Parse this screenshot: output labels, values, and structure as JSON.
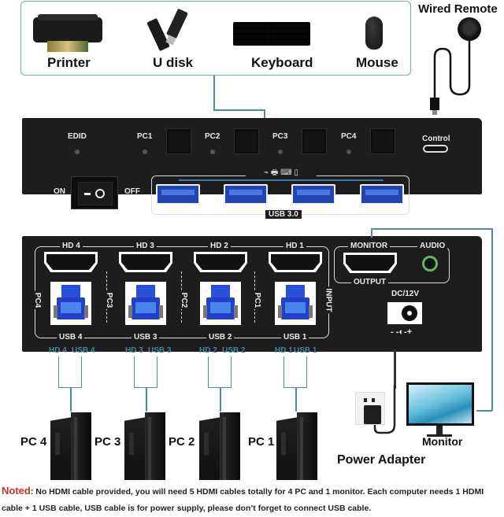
{
  "peripherals": {
    "items": [
      {
        "label": "Printer",
        "icon": "printer-icon"
      },
      {
        "label": "U disk",
        "icon": "usb-drive-icon"
      },
      {
        "label": "Keyboard",
        "icon": "keyboard-icon"
      },
      {
        "label": "Mouse",
        "icon": "mouse-icon"
      }
    ]
  },
  "remote": {
    "label": "Wired Remote"
  },
  "front_panel": {
    "power_on": "ON",
    "power_off": "OFF",
    "edid": "EDID",
    "pc_buttons": [
      "PC1",
      "PC2",
      "PC3",
      "PC4"
    ],
    "control": "Control",
    "usb_label": "USB 3.0"
  },
  "rear_panel": {
    "hdmi_inputs": [
      "HD 4",
      "HD 3",
      "HD 2",
      "HD 1"
    ],
    "usb_inputs": [
      "USB 4",
      "USB 3",
      "USB 2",
      "USB 1"
    ],
    "pc_dividers": [
      "PC4",
      "PC3",
      "PC2",
      "PC1"
    ],
    "input_label": "INPUT",
    "monitor_label": "MONITOR",
    "audio_label": "AUDIO",
    "output_label": "OUTPUT",
    "dc_label": "DC/12V",
    "polarity": "- -○-+"
  },
  "cables": [
    {
      "hd": "HD 4",
      "usb": "USB 4"
    },
    {
      "hd": "HD 3",
      "usb": "USB 3"
    },
    {
      "hd": "HD 2",
      "usb": "USB 2"
    },
    {
      "hd": "HD 1",
      "usb": "USB 1"
    }
  ],
  "computers": [
    "PC 4",
    "PC 3",
    "PC 2",
    "PC 1"
  ],
  "power_adapter": {
    "label": "Power Adapter"
  },
  "monitor": {
    "label": "Monitor"
  },
  "note": {
    "prefix": "Noted",
    "text": ": No HDMI cable provided, you will need 5 HDMI cables totally for 4 PC and 1 monitor. Each computer needs 1 HDMI cable + 1 USB cable, USB cable is for power supply, please don’t forget to connect USB cable."
  },
  "colors": {
    "teal": "#4b8f98",
    "label_teal": "#3f8a9a",
    "panel": "#1d1d1d",
    "usb_blue": "#2244b0",
    "note_red": "#c0322a"
  }
}
